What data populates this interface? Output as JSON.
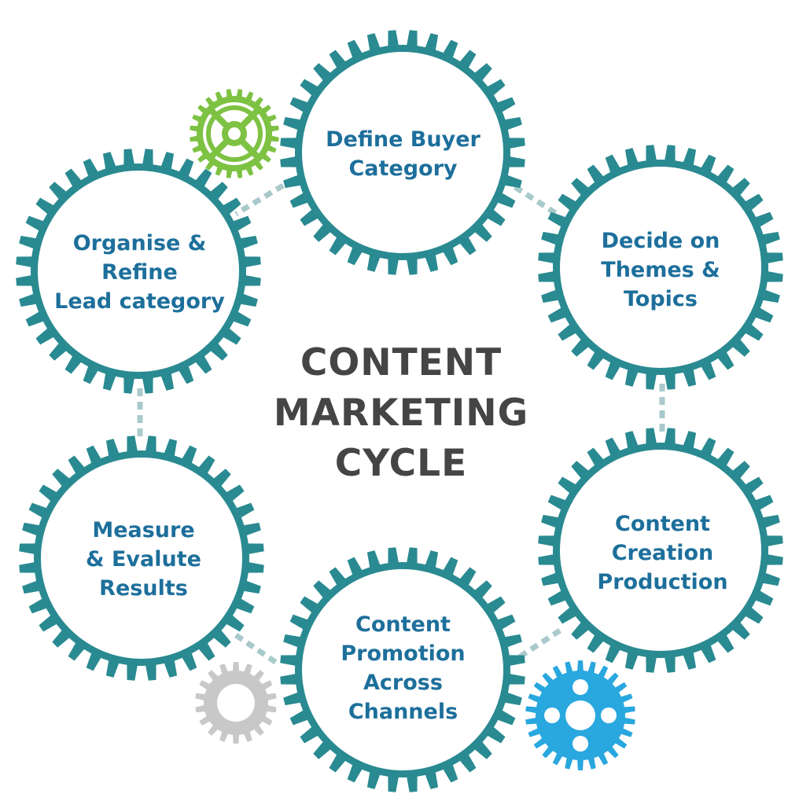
{
  "title_lines": [
    "CONTENT",
    "MARKETING",
    "CYCLE"
  ],
  "colors": {
    "gear": "#2a8a91",
    "label": "#1d6f9b",
    "title": "#454545",
    "connector": "#a9c9cc",
    "deco_green": "#7dc242",
    "deco_gray": "#c8c8c8",
    "deco_blue": "#29a7df"
  },
  "stages": [
    {
      "id": "define-buyer",
      "lines": [
        "Define Buyer",
        "Category"
      ]
    },
    {
      "id": "decide-themes",
      "lines": [
        "Decide on",
        "Themes &",
        "Topics"
      ]
    },
    {
      "id": "content-creation",
      "lines": [
        "Content",
        "Creation",
        "Production"
      ]
    },
    {
      "id": "content-promotion",
      "lines": [
        "Content",
        "Promotion",
        "Across",
        "Channels"
      ]
    },
    {
      "id": "measure-evaluate",
      "lines": [
        "Measure",
        "& Evalute",
        "Results"
      ]
    },
    {
      "id": "organise-refine",
      "lines": [
        "Organise &",
        "Refine",
        "Lead category"
      ]
    }
  ],
  "decorative_gears": [
    {
      "id": "green",
      "icon": "green-cog-icon"
    },
    {
      "id": "gray",
      "icon": "gray-cog-icon"
    },
    {
      "id": "blue",
      "icon": "blue-cog-icon"
    }
  ]
}
